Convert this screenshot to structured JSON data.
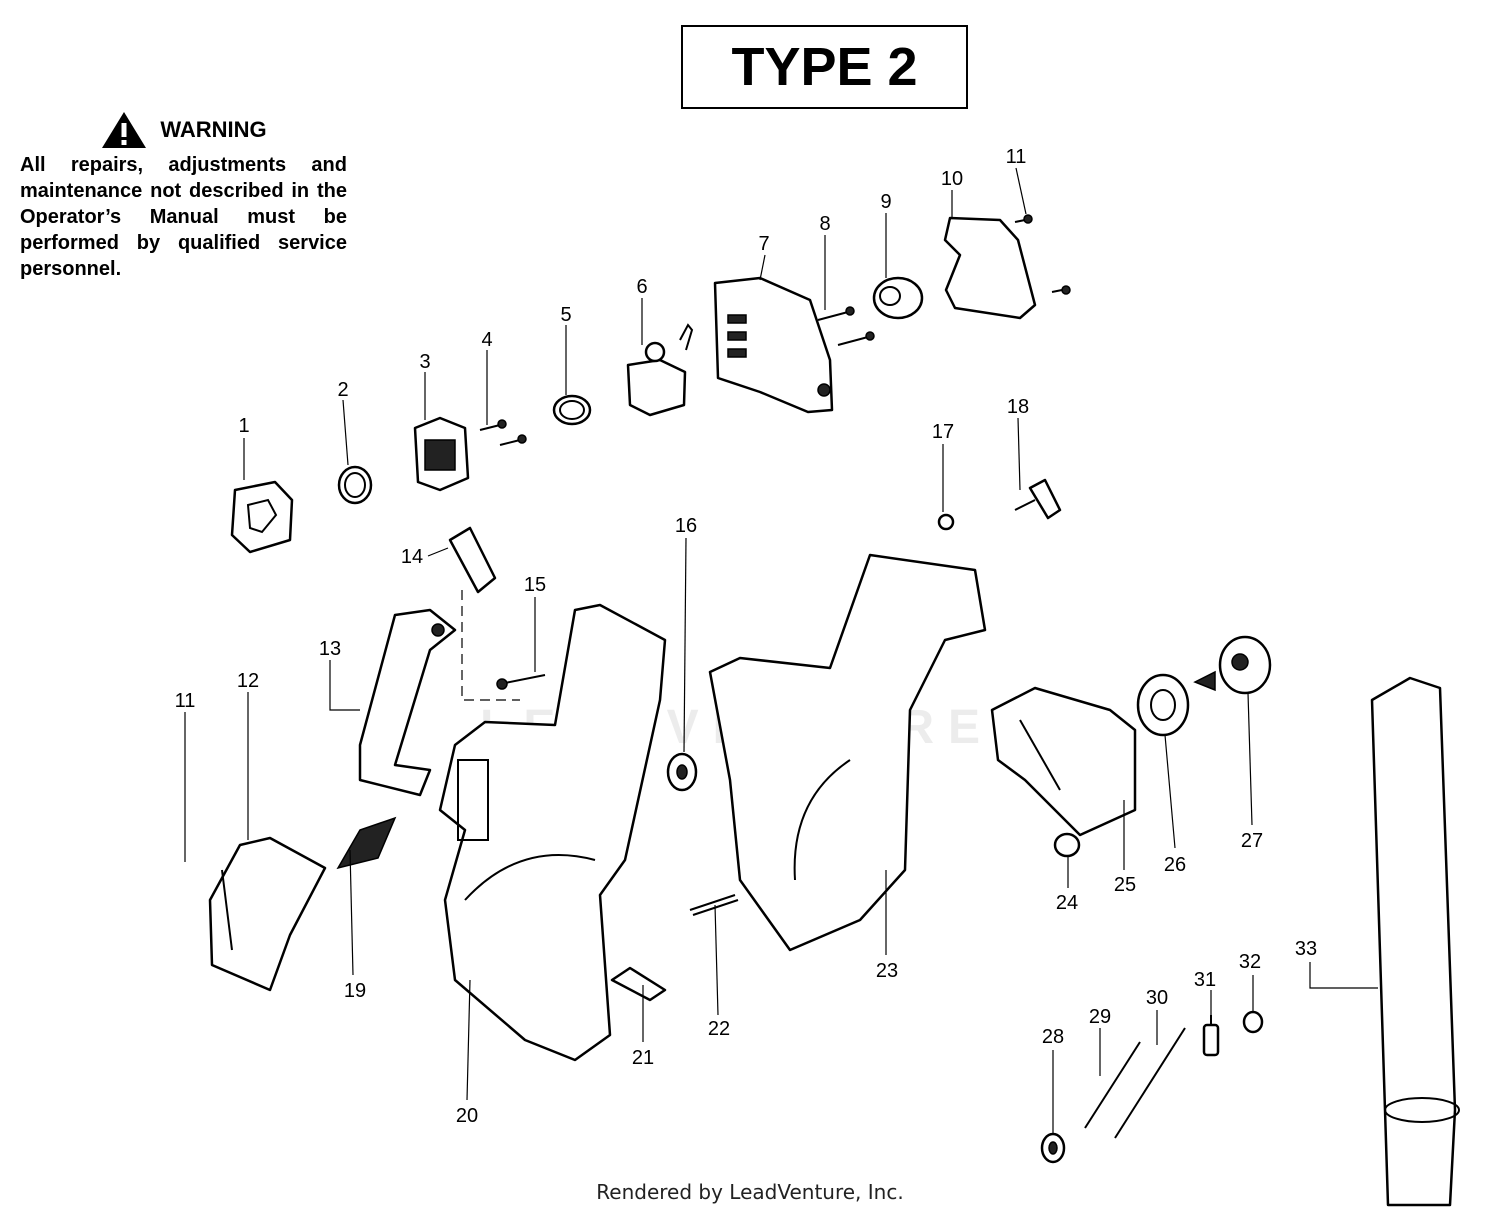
{
  "title": "TYPE 2",
  "warning": {
    "heading": "WARNING",
    "icon": "warning-triangle-icon",
    "body": "All repairs, adjustments and maintenance not described in the Operator’s Manual must be performed by qualified service personnel."
  },
  "watermark": "LEADVENTURE",
  "footer": "Rendered by LeadVenture, Inc.",
  "callouts": [
    "1",
    "2",
    "3",
    "4",
    "5",
    "6",
    "7",
    "8",
    "9",
    "10",
    "11",
    "11",
    "12",
    "13",
    "14",
    "15",
    "16",
    "17",
    "18",
    "19",
    "20",
    "21",
    "22",
    "23",
    "24",
    "25",
    "26",
    "27",
    "28",
    "29",
    "30",
    "31",
    "32",
    "33"
  ]
}
